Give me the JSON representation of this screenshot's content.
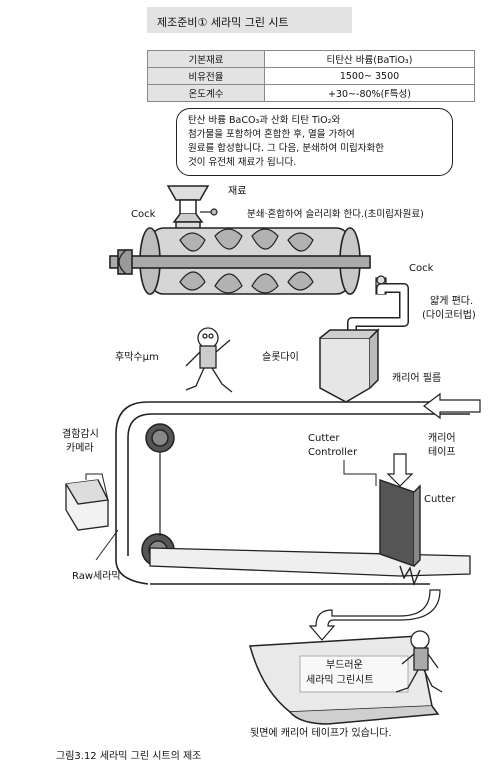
{
  "title": "제조준비① 세라믹 그린 시트",
  "properties": [
    {
      "key": "기본재료",
      "value": "티탄산 바륨(BaTiO₃)"
    },
    {
      "key": "비유전율",
      "value": "1500~ 3500"
    },
    {
      "key": "온도계수",
      "value": "+30~-80%(F특성)"
    }
  ],
  "bubble_lines": [
    "탄산 바륨 BaCO₃과 산화 티탄 TiO₂와",
    "첨가물을 포함하여 혼합한 후, 열을 가하여",
    "원료를 합성합니다. 그 다음, 분쇄하여 미립자화한",
    "것이 유전체 재료가 됩니다."
  ],
  "labels": {
    "material": "재료",
    "cock_left": "Cock",
    "crush_mix": "분쇄·혼합하여 슬러리화 한다.(초미립자원료)",
    "cock_right": "Cock",
    "spread_thin": "얇게 편다.",
    "doctor_blade": "(다이코터법)",
    "thickness": "후막수μm",
    "slot_die": "슬롯다이",
    "carrier_film": "캐리어 필름",
    "defect_camera_1": "결함감시",
    "defect_camera_2": "카메라",
    "cutter_controller_1": "Cutter",
    "cutter_controller_2": "Controller",
    "carrier_tape_1": "캐리어",
    "carrier_tape_2": "테이프",
    "cutter": "Cutter",
    "raw_ceramic": "Raw세라믹",
    "soft_1": "부드러운",
    "soft_2": "세라믹 그린시트",
    "back_tape": "뒷면에 캐리어 테이프가 있습니다.",
    "caption": "그림3.12  세라믹 그린 시트의 제조"
  }
}
